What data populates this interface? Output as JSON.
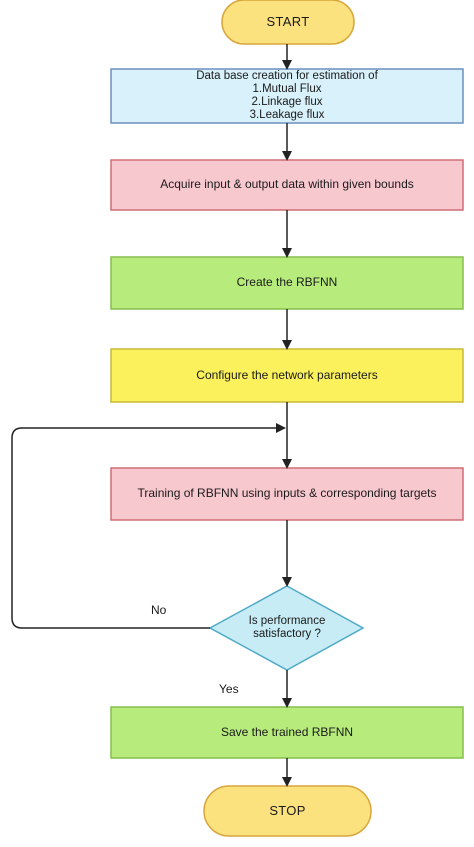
{
  "diagram": {
    "start": "START",
    "database_title": "Data base creation for estimation of",
    "database_items": [
      "1.Mutual Flux",
      "2.Linkage flux",
      "3.Leakage flux"
    ],
    "acquire": "Acquire input & output data within given bounds",
    "create": "Create the RBFNN",
    "configure": "Configure the network parameters",
    "training": "Training of RBFNN using inputs & corresponding targets",
    "decision": "Is performance satisfactory ?",
    "no_label": "No",
    "yes_label": "Yes",
    "save": "Save the trained RBFNN",
    "stop": "STOP"
  },
  "colors": {
    "terminal_fill": "#fbe27f",
    "terminal_stroke": "#d8a63a",
    "database_fill": "#d9f1fb",
    "database_stroke": "#6b8fbf",
    "acquire_fill": "#f8c8cf",
    "acquire_stroke": "#cf6d77",
    "create_fill": "#b7ec7c",
    "create_stroke": "#86bd4e",
    "configure_fill": "#fbf15c",
    "configure_stroke": "#c9b93b",
    "training_fill": "#f8c8cf",
    "training_stroke": "#cf6d77",
    "decision_fill": "#c7ecf5",
    "decision_stroke": "#4fa9c9",
    "save_fill": "#b7ec7c",
    "save_stroke": "#86bd4e",
    "line": "#222222"
  }
}
